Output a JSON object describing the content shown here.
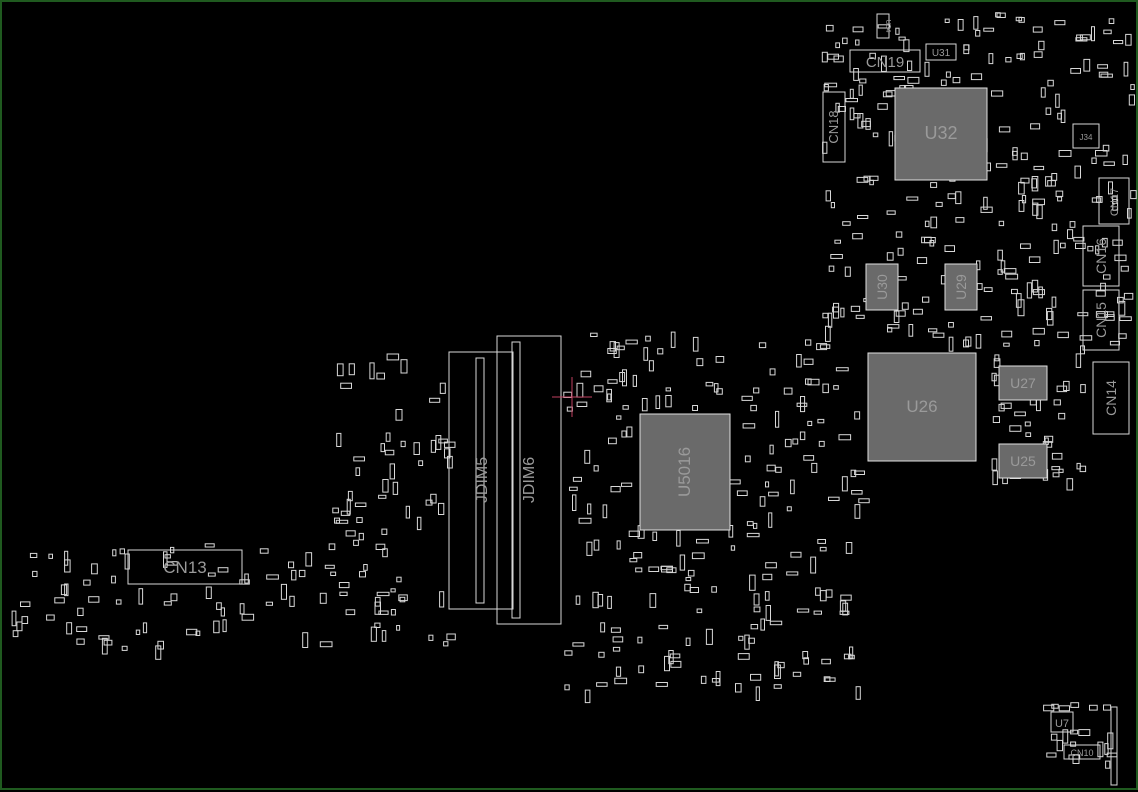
{
  "view": {
    "type": "pcb-boardview",
    "border_color": "#1f5a1f",
    "outline_color": "#d8d8d8",
    "label_color": "#9a9a9a",
    "cursor_color": "#c04060"
  },
  "components": {
    "cn19": "CN19",
    "u31": "U31",
    "u34": "U34",
    "cn18": "CN18",
    "u32": "U32",
    "j34": "J34",
    "cn17": "CN17",
    "cn16": "CN16",
    "cn15": "CN15",
    "cn14": "CN14",
    "u30": "U30",
    "u29": "U29",
    "u27": "U27",
    "u26": "U26",
    "u25": "U25",
    "jdim5": "JDIM5",
    "jdim6": "JDIM6",
    "u5016": "U5016",
    "cn13": "CN13",
    "u7": "U7",
    "cn10": "CN10"
  }
}
